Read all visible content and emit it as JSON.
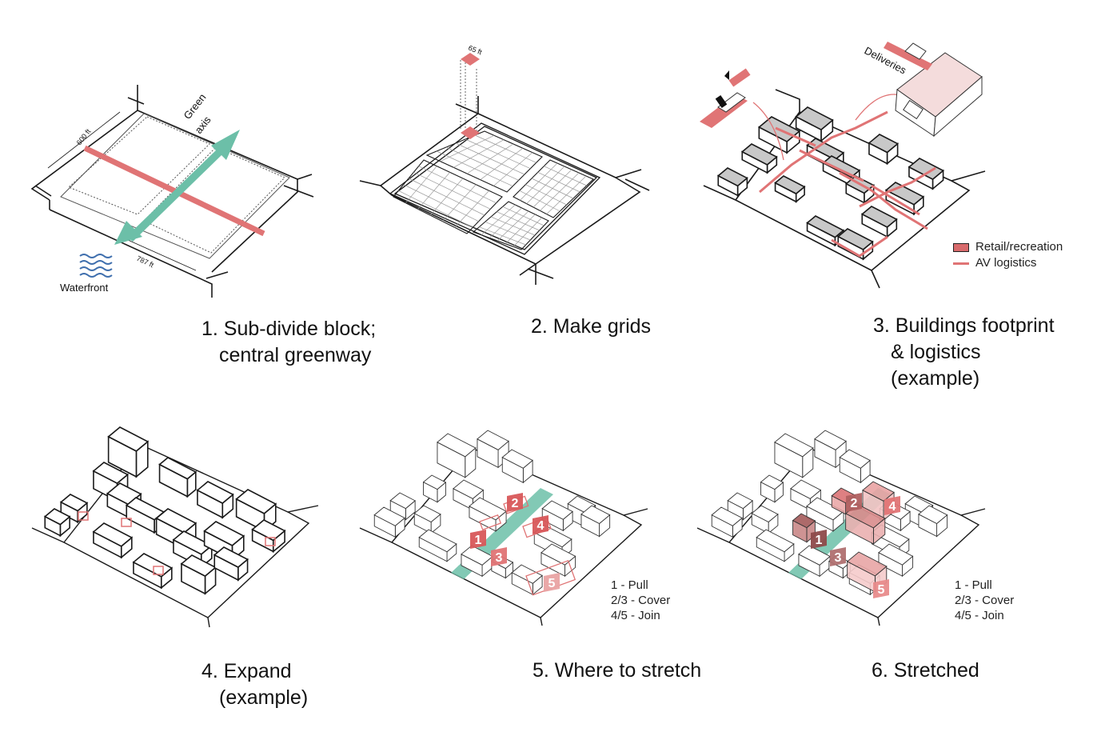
{
  "colors": {
    "accent_red": "#e07475",
    "retail_fill": "#d86a6c",
    "green_axis": "#6cbfa8",
    "water_blue": "#3f6fae",
    "line": "#1a1a1a",
    "grid": "#9a9a9a"
  },
  "panel1": {
    "caption_line1": "1. Sub-divide block;",
    "caption_line2": "central greenway",
    "label_green": "Green",
    "label_axis": "axis",
    "dim_short": "600 ft",
    "dim_long": "787 ft",
    "waterfront": "Waterfront"
  },
  "panel2": {
    "caption": "2. Make grids",
    "height_label": "65 ft"
  },
  "panel3": {
    "caption_line1": "3. Buildings footprint",
    "caption_line2": "& logistics",
    "caption_line3": "(example)",
    "deliveries": "Deliveries",
    "legend": [
      {
        "label": "Retail/recreation",
        "icon": "retail-swatch"
      },
      {
        "label": "AV logistics",
        "icon": "av-line-swatch"
      }
    ]
  },
  "panel4": {
    "caption_line1": "4. Expand",
    "caption_line2": "(example)"
  },
  "panel5": {
    "caption": "5. Where to stretch",
    "markers": [
      "1",
      "2",
      "3",
      "4",
      "5"
    ],
    "key": [
      "1 - Pull",
      "2/3 - Cover",
      "4/5 - Join"
    ]
  },
  "panel6": {
    "caption": "6. Stretched",
    "markers": [
      "1",
      "2",
      "3",
      "4",
      "5"
    ],
    "key": [
      "1 - Pull",
      "2/3 - Cover",
      "4/5 - Join"
    ]
  }
}
